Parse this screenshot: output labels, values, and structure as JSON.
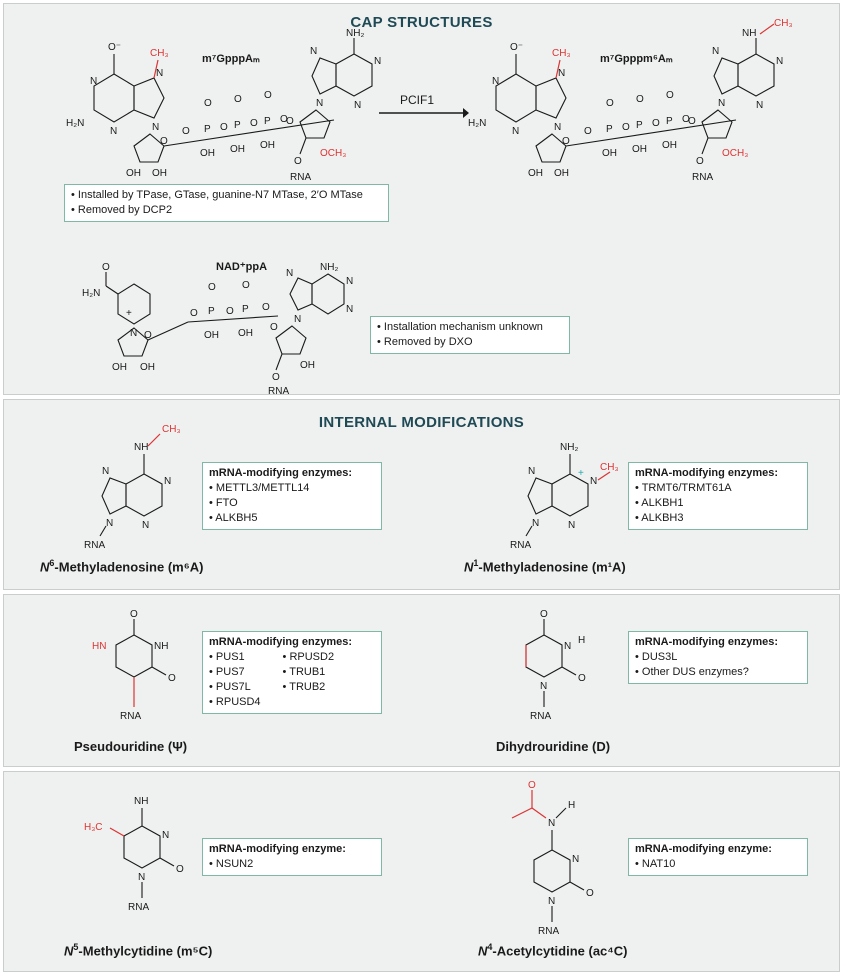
{
  "cap": {
    "title": "CAP STRUCTURES",
    "m7gpppam_label": "m⁷GpppAₘ",
    "m7gpppm6am_label": "m⁷Gpppm⁶Aₘ",
    "arrow_label": "PCIF1",
    "box1": [
      "• Installed by TPase, GTase, guanine-N7 MTase, 2′O MTase",
      "• Removed by DCP2"
    ],
    "nad_label": "NAD⁺ppA",
    "box2": [
      "• Installation mechanism unknown",
      "• Removed by DXO"
    ]
  },
  "internal": {
    "title": "INTERNAL MODIFICATIONS",
    "m6a": {
      "name_italic": "N",
      "name_sup": "6",
      "name_rest": "-Methyladenosine (m⁶A)",
      "heading": "mRNA-modifying enzymes:",
      "items": [
        "• METTL3/METTL14",
        "• FTO",
        "• ALKBH5"
      ]
    },
    "m1a": {
      "name_italic": "N",
      "name_sup": "1",
      "name_rest": "-Methyladenosine (m¹A)",
      "heading": "mRNA-modifying enzymes:",
      "items": [
        "• TRMT6/TRMT61A",
        "• ALKBH1",
        "• ALKBH3"
      ]
    },
    "psi": {
      "name": "Pseudouridine (Ψ)",
      "heading": "mRNA-modifying enzymes:",
      "col1": [
        "• PUS1",
        "• PUS7",
        "• PUS7L",
        "• RPUSD4"
      ],
      "col2": [
        "• RPUSD2",
        "• TRUB1",
        "• TRUB2"
      ]
    },
    "d": {
      "name": "Dihydrouridine (D)",
      "heading": "mRNA-modifying enzymes:",
      "items": [
        "• DUS3L",
        "• Other DUS enzymes?"
      ]
    },
    "m5c": {
      "name_italic": "N",
      "name_sup": "5",
      "name_rest": "-Methylcytidine (m⁵C)",
      "heading": "mRNA-modifying enzyme:",
      "items": [
        "• NSUN2"
      ]
    },
    "ac4c": {
      "name_italic": "N",
      "name_sup": "4",
      "name_rest": "-Acetylcytidine (ac⁴C)",
      "heading": "mRNA-modifying enzyme:",
      "items": [
        "• NAT10"
      ]
    }
  },
  "atoms": {
    "O": "O",
    "O_minus": "O⁻",
    "N": "N",
    "NH": "NH",
    "HN": "HN",
    "H": "H",
    "NH2": "NH₂",
    "H2N": "H₂N",
    "CH3": "CH₃",
    "H3C": "H₃C",
    "OH": "OH",
    "P": "P",
    "RNA": "RNA",
    "OCH3": "OCH₃",
    "plus": "+"
  },
  "colors": {
    "accent": "#1f4a55",
    "methyl": "#dd3333",
    "box_border": "#7fb8a7",
    "panel": "#eff1f0"
  }
}
